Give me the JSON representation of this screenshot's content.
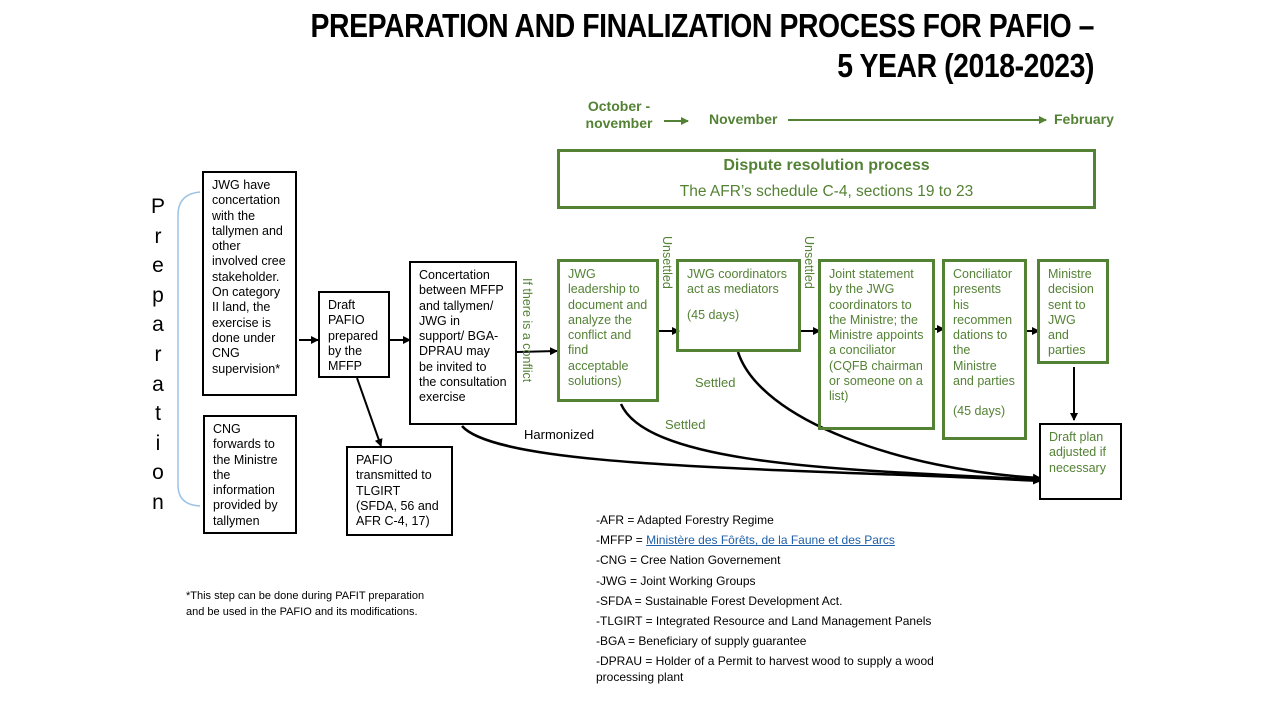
{
  "title": {
    "line1": "PREPARATION AND FINALIZATION PROCESS FOR PAFIO –",
    "line2": "5 YEAR (2018-2023)"
  },
  "timeline": {
    "t1_line1": "October -",
    "t1_line2": "november",
    "t2": "November",
    "t3": "February"
  },
  "dispute": {
    "title": "Dispute resolution process",
    "subtitle": "The AFR’s schedule C-4, sections 19 to 23"
  },
  "preparation_letters": [
    "P",
    "r",
    "e",
    "p",
    "a",
    "r",
    "a",
    "t",
    "i",
    "o",
    "n"
  ],
  "boxes": {
    "jwg_concertation": "JWG have concertation with the tallymen and other involved cree stakeholder. On category II land, the exercise is done under CNG supervision*",
    "cng_forwards": "CNG forwards to the Ministre the information provided by tallymen",
    "draft_pafio": "Draft PAFIO prepared by the MFFP",
    "pafio_transmitted": "PAFIO transmitted to TLGIRT (SFDA, 56 and AFR C-4, 17)",
    "concertation": "Concertation between MFFP and tallymen/ JWG in support/ BGA-DPRAU may be invited to the consultation exercise",
    "jwg_leadership": "JWG leadership to document and analyze the conflict and find acceptable solutions)",
    "jwg_coordinators_main": "JWG coordinators act as mediators",
    "jwg_coordinators_days": "(45 days)",
    "joint_statement": "Joint statement by the JWG coordinators to the Ministre; the Ministre appoints a conciliator (CQFB chairman or someone on a list)",
    "conciliator_main": "Conciliator presents his recommen dations to the Ministre and parties",
    "conciliator_days": "(45 days)",
    "ministre_decision": "Ministre decision sent to JWG and parties",
    "draft_adjusted": "Draft plan adjusted if necessary"
  },
  "labels": {
    "conflict": "If there is a conflict",
    "unsettled1": "Unsettled",
    "unsettled2": "Unsettled",
    "settled1": "Settled",
    "settled2": "Settled",
    "harmonized": "Harmonized"
  },
  "legend": {
    "afr": "-AFR = Adapted Forestry Regime",
    "mffp_prefix": "-MFFP = ",
    "mffp_link": "Ministère des Fôrêts, de la Faune et des Parcs",
    "cng": "-CNG = Cree Nation Governement",
    "jwg": "-JWG = Joint Working Groups",
    "sfda": "-SFDA = Sustainable Forest Development Act.",
    "tlgirt": "-TLGIRT = Integrated Resource and Land Management Panels",
    "bga": "-BGA = Beneficiary of supply guarantee",
    "dprau": "-DPRAU = Holder of a Permit to harvest wood to supply a wood processing plant"
  },
  "footnote": "*This step can be done during PAFIT preparation and be used in the PAFIO and its modifications.",
  "colors": {
    "green": "#548235",
    "black": "#000000",
    "link": "#1f5fa8"
  }
}
